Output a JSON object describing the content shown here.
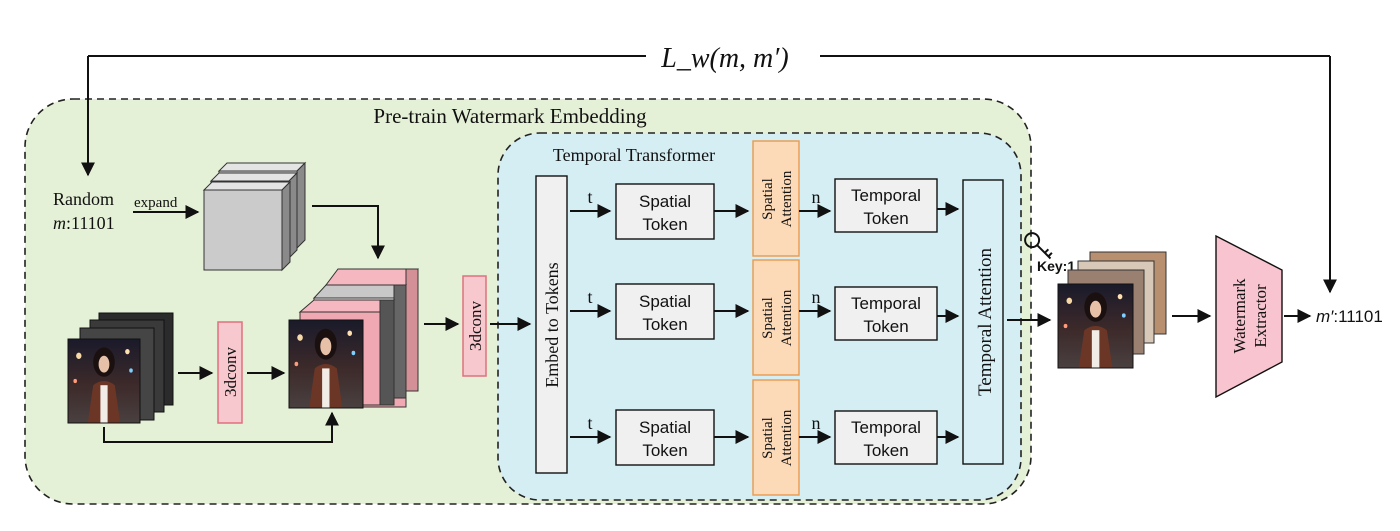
{
  "loss_label": "L_w(m, m′)",
  "pretrain_title": "Pre-train Watermark Embedding",
  "transformer_title": "Temporal Transformer",
  "random_label": "Random",
  "message_input": "m:11101",
  "message_input_var": "m",
  "message_input_bits": ":11101",
  "expand_label": "expand",
  "conv3d_label": "3dconv",
  "embed_label": "Embed to Tokens",
  "rows": [
    {
      "t": "t",
      "spatial_token": [
        "Spatial",
        "Token"
      ],
      "spatial_attention": [
        "Spatial",
        "Attention"
      ],
      "n": "n",
      "temporal_token": [
        "Temporal",
        "Token"
      ]
    },
    {
      "t": "t",
      "spatial_token": [
        "Spatial",
        "Token"
      ],
      "spatial_attention": [
        "Spatial",
        "Attention"
      ],
      "n": "n",
      "temporal_token": [
        "Temporal",
        "Token"
      ]
    },
    {
      "t": "t",
      "spatial_token": [
        "Spatial",
        "Token"
      ],
      "spatial_attention": [
        "Spatial",
        "Attention"
      ],
      "n": "n",
      "temporal_token": [
        "Temporal",
        "Token"
      ]
    }
  ],
  "temporal_attention_label": "Temporal Attention",
  "key_label": "Key:1",
  "extractor_label": [
    "Watermark",
    "Extractor"
  ],
  "output_var": "m′",
  "output_bits": ":11101",
  "colors": {
    "pretrain_bg": "#e5f1d6",
    "transformer_bg": "#d5eef4",
    "conv_fill": "#f8c8cf",
    "conv_stroke": "#e0707e",
    "attention_fill": "#fcd9b7",
    "attention_stroke": "#e99a4e",
    "extractor_fill": "#f7c4cf",
    "token_fill": "#f0f0f0"
  }
}
